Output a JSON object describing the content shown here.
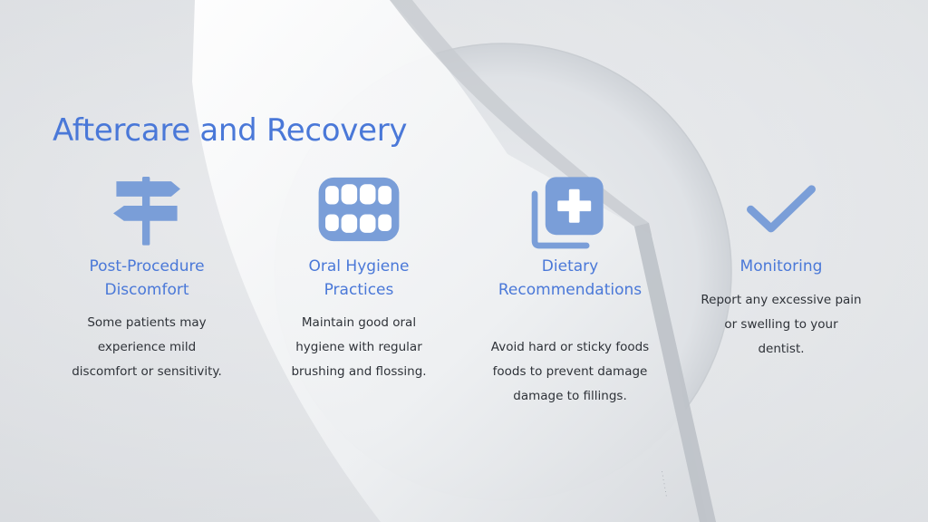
{
  "slide": {
    "title": "Aftercare and Recovery",
    "accent_color": "#4a78d8",
    "icon_color": "#7a9ed8",
    "columns": [
      {
        "icon": "signpost-icon",
        "heading_line1": "Post-Procedure",
        "heading_line2": "Discomfort",
        "lines": [
          "Some patients may",
          "experience mild",
          "discomfort or sensitivity."
        ]
      },
      {
        "icon": "teeth-icon",
        "heading_line1": "Oral Hygiene",
        "heading_line2": "Practices",
        "lines": [
          "Maintain good oral",
          "hygiene with regular",
          "brushing and flossing."
        ]
      },
      {
        "icon": "medical-plus-icon",
        "heading_line1": "Dietary",
        "heading_line2": "Recommendations",
        "lines": [
          "Avoid hard or sticky foods",
          "foods to prevent damage",
          "damage to fillings."
        ]
      },
      {
        "icon": "checkmark-icon",
        "heading_line1": "Monitoring",
        "lines": [
          "Report any excessive pain",
          "or swelling to your",
          "dentist."
        ]
      }
    ]
  }
}
